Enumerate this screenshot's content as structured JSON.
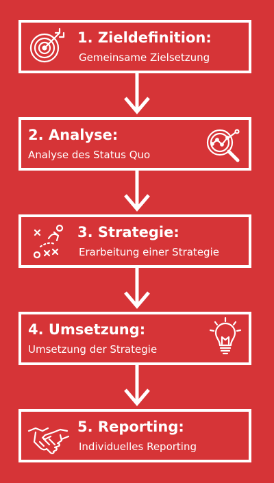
{
  "steps": [
    {
      "title": "1. Zieldefinition:",
      "subtitle": "Gemeinsame Zielsetzung",
      "icon": "target-icon"
    },
    {
      "title": "2. Analyse:",
      "subtitle": "Analyse des Status Quo",
      "icon": "magnifier-chart-icon"
    },
    {
      "title": "3. Strategie:",
      "subtitle": "Erarbeitung einer Strategie",
      "icon": "tactics-icon"
    },
    {
      "title": "4. Umsetzung:",
      "subtitle": "Umsetzung der Strategie",
      "icon": "lightbulb-icon"
    },
    {
      "title": "5. Reporting:",
      "subtitle": "Individuelles Reporting",
      "icon": "handshake-icon"
    }
  ],
  "colors": {
    "background": "#d63437",
    "foreground": "#ffffff"
  }
}
